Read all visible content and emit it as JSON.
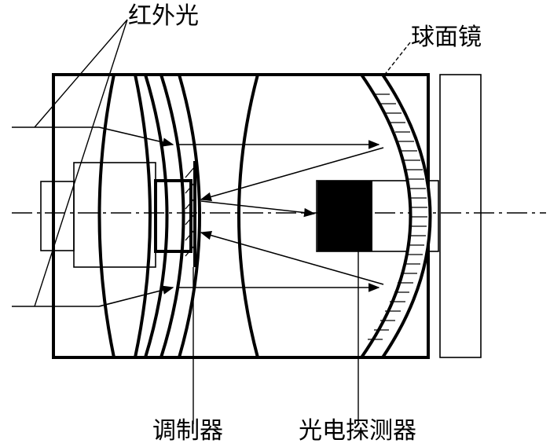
{
  "labels": {
    "infrared_light": "红外光",
    "spherical_mirror": "球面镜",
    "modulator": "调制器",
    "photodetector": "光电探测器"
  }
}
